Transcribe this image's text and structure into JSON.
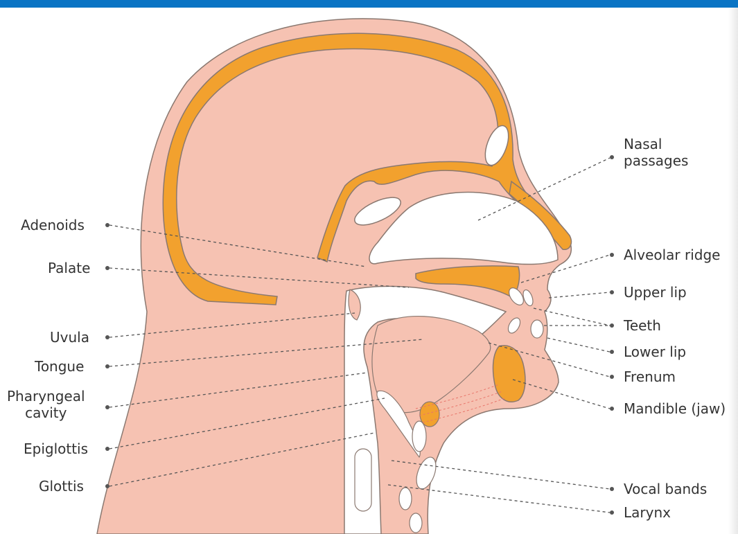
{
  "labels_left": {
    "adenoids": "Adenoids",
    "palate": "Palate",
    "uvula": "Uvula",
    "tongue": "Tongue",
    "pharyngeal_line1": "Pharyngeal",
    "pharyngeal_line2": "cavity",
    "epiglottis": "Epiglottis",
    "glottis": "Glottis"
  },
  "labels_right": {
    "nasal_line1": "Nasal",
    "nasal_line2": "passages",
    "alveolar_ridge": "Alveolar ridge",
    "upper_lip": "Upper lip",
    "teeth": "Teeth",
    "lower_lip": "Lower lip",
    "frenum": "Frenum",
    "mandible": "Mandible (jaw)",
    "vocal_bands": "Vocal bands",
    "larynx": "Larynx"
  },
  "colors": {
    "header_bar": "#0a74c4",
    "skin": "#f6c2b2",
    "bone": "#f2a12e",
    "cavity": "#ffffff",
    "outline": "#8a7870",
    "leader": "#555555"
  }
}
